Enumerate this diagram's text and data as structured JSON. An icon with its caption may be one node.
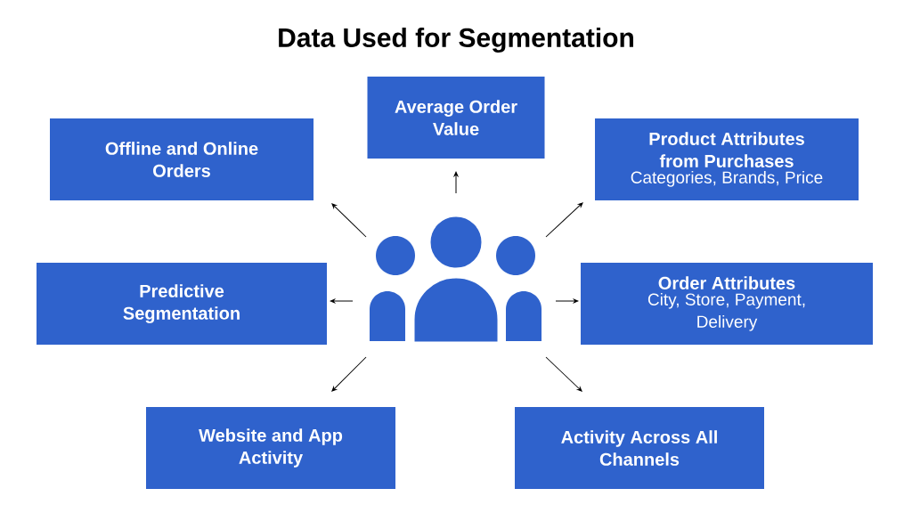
{
  "diagram": {
    "title": "Data Used for Segmentation",
    "nodes": [
      {
        "text": [],
        "shape": "person"
      },
      {
        "text": [
          "Average Order Value"
        ]
      },
      {
        "text": [
          "Offline and Online Orders"
        ]
      },
      {
        "text": [
          "Product Attributes from Purchases",
          "Categories, Brands, Price"
        ]
      },
      {
        "text": [
          "Predictive Segmentation"
        ]
      },
      {
        "text": [
          "Order Attributes",
          "City, Store, Payment, Delivery"
        ]
      },
      {
        "text": [
          "Website and App Activity"
        ]
      },
      {
        "text": [
          "Activity Across All Channels"
        ]
      }
    ],
    "edges": [
      {
        "from": 0,
        "to": 1,
        "arrow": "to"
      },
      {
        "from": 0,
        "to": 2,
        "arrow": "to"
      },
      {
        "from": 0,
        "to": 3,
        "arrow": "to"
      },
      {
        "from": 0,
        "to": 4,
        "arrow": "to"
      },
      {
        "from": 0,
        "to": 5,
        "arrow": "to"
      },
      {
        "from": 0,
        "to": 6,
        "arrow": "to"
      },
      {
        "from": 0,
        "to": 7,
        "arrow": "to"
      }
    ]
  }
}
